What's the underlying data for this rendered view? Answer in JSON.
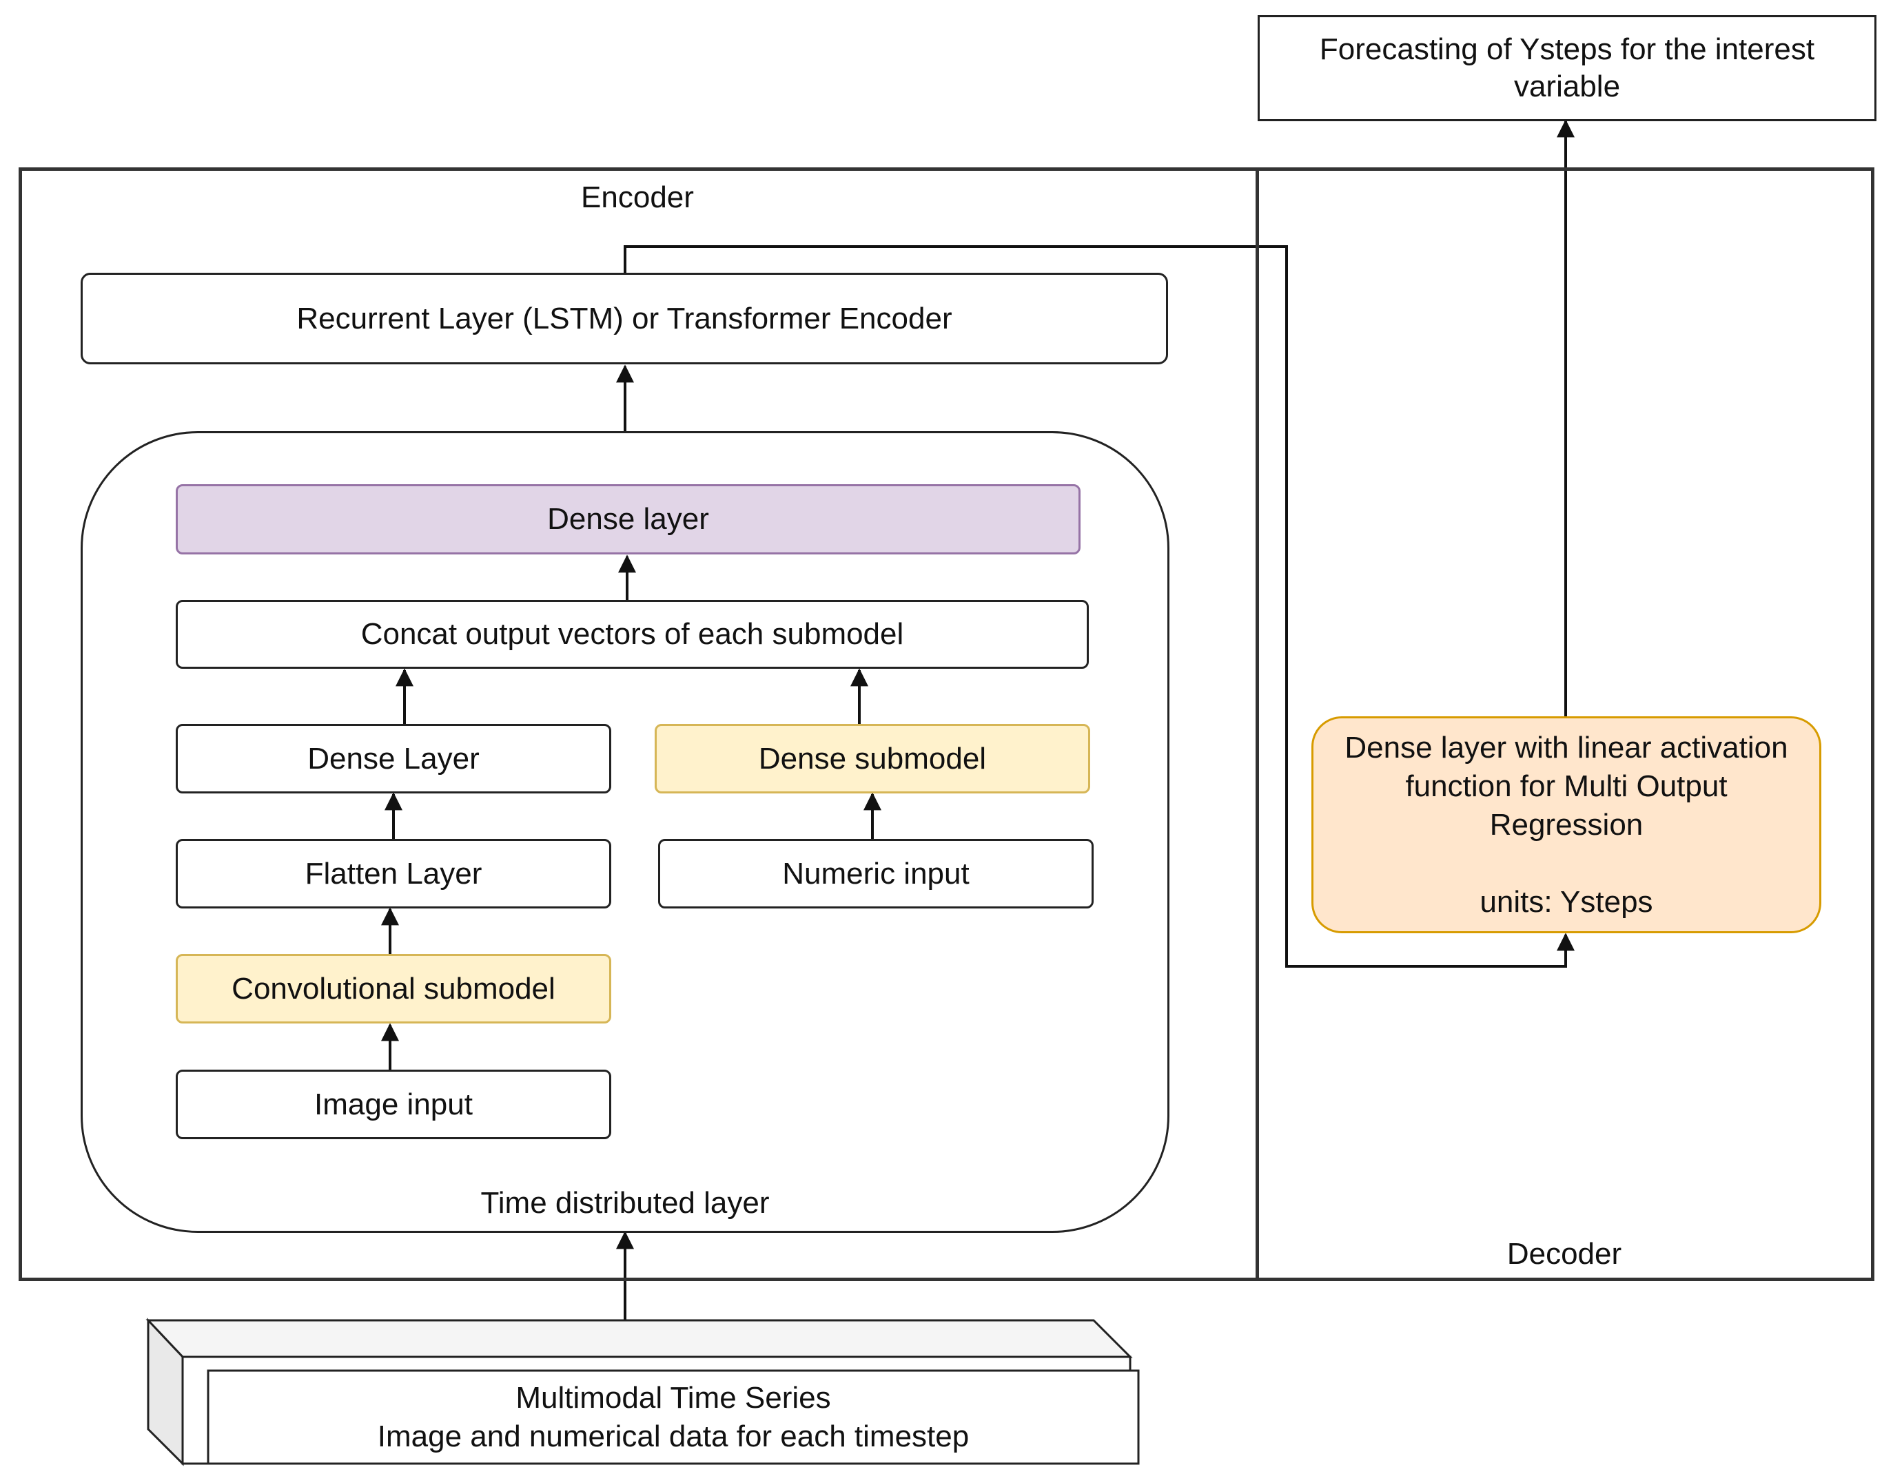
{
  "diagram": {
    "output_box": "Forecasting of Ysteps for the interest variable",
    "encoder_label": "Encoder",
    "decoder_label": "Decoder",
    "recurrent_layer": "Recurrent Layer (LSTM) or Transformer Encoder",
    "time_distributed_label": "Time distributed layer",
    "dense_layer_top": "Dense layer",
    "concat": "Concat output vectors of each submodel",
    "dense_layer_left": "Dense Layer",
    "flatten_layer": "Flatten Layer",
    "conv_submodel": "Convolutional submodel",
    "image_input": "Image input",
    "dense_submodel": "Dense submodel",
    "numeric_input": "Numeric input",
    "decoder_dense_line1": "Dense layer with linear activation",
    "decoder_dense_line2": "function for Multi Output",
    "decoder_dense_line3": "Regression",
    "decoder_units": "units: Ysteps",
    "input_line1": "Multimodal Time Series",
    "input_line2": "Image and numerical data for each timestep"
  },
  "colors": {
    "dense_layer_fill": "#e1d5e7",
    "dense_layer_border": "#9673a6",
    "submodel_fill": "#fff2cc",
    "submodel_border": "#d6b656",
    "decoder_fill": "#ffe6cc",
    "decoder_border": "#d79b00",
    "cube_side": "#e9e9e9"
  }
}
